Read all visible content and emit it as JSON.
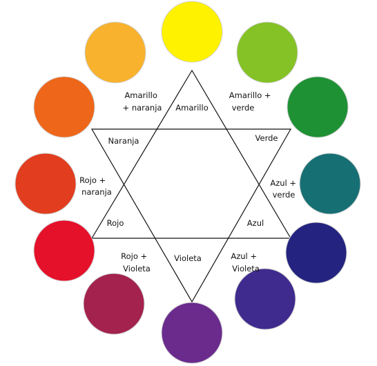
{
  "colors": {
    "amarillo": "#FFF200",
    "amarillo_verde": "#84C225",
    "verde": "#1E9134",
    "azul_verde": "#166F73",
    "azul": "#24237F",
    "azul_violeta": "#3F2B8E",
    "violeta": "#6A2B8D",
    "rojo_violeta": "#A3224E",
    "rojo": "#E5102A",
    "rojo_naranja": "#E23D1F",
    "naranja": "#EE6619",
    "amarillo_naranja": "#F8B22D",
    "outline": "#d0d0d0",
    "lines": "#111111"
  },
  "labels": {
    "amarillo": "Amarillo",
    "amarillo_naranja": [
      "Amarillo",
      "+ naranja"
    ],
    "amarillo_verde": [
      "Amarillo +",
      "verde"
    ],
    "naranja": "Naranja",
    "verde": "Verde",
    "rojo_naranja": [
      "Rojo +",
      "naranja"
    ],
    "azul_verde": [
      "Azul +",
      "verde"
    ],
    "rojo": "Rojo",
    "azul": "Azul",
    "rojo_violeta": [
      "Rojo +",
      "Violeta"
    ],
    "violeta": "Violeta",
    "azul_violeta": [
      "Azul +",
      "Violeta"
    ]
  }
}
